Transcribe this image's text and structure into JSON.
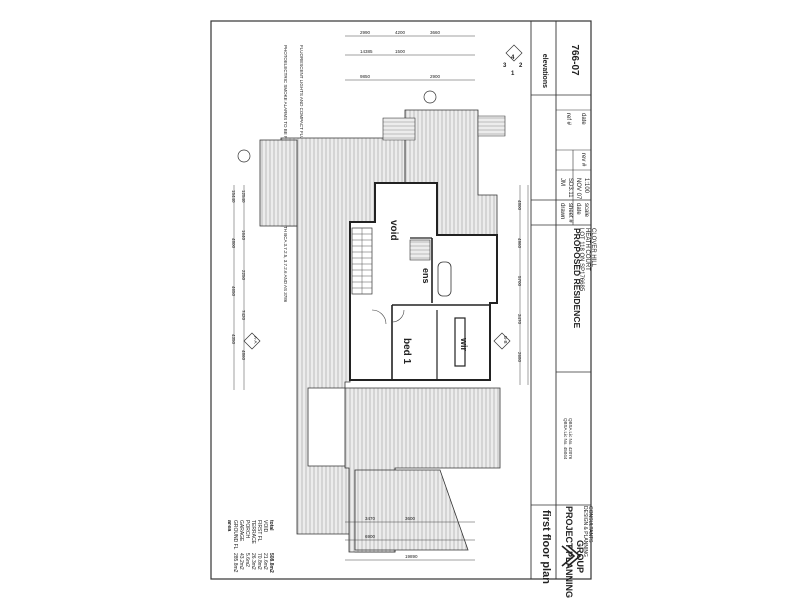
{
  "sheet": {
    "title": "first floor plan",
    "drawing_number": "766-07",
    "elevations_label": "elevations",
    "elevation_numbers": [
      "3",
      "4",
      "1",
      "2"
    ]
  },
  "firm": {
    "name_line1": "PROJECT PLANNING",
    "name_line2": "GROUP",
    "tagline_line1": "DESIGN & PLANNING",
    "tagline_line2": "CONSULTANTS",
    "qbsa_line1": "QBSA Lic No. 45044",
    "qbsa_line2": "QBSA Lic No. 42076"
  },
  "project": {
    "title": "PROPOSED RESIDENCE",
    "lot": "LOT 118 ON SP176685",
    "street": "HEATH COURT",
    "suburb": "CLOVER HILL"
  },
  "title_block": {
    "scale_label": "scale",
    "scale_value": "1:100",
    "date_label": "date",
    "date_value": "NOV 07",
    "sheet_label": "sheet #",
    "sheet_value": "SD3.11",
    "drawn_label": "drawn",
    "drawn_value": "JM",
    "rev_label": "rev #",
    "date2_label": "date",
    "ref_label": "ref #"
  },
  "areas": {
    "heading": "area",
    "rows": [
      {
        "name": "GROUND FL",
        "value": "285.8m2"
      },
      {
        "name": "GARAGE",
        "value": "43.2m2"
      },
      {
        "name": "PORCH",
        "value": "5.6m2"
      },
      {
        "name": "TERRACE",
        "value": "26.3m2"
      },
      {
        "name": "FIRST FL",
        "value": "70.8m2"
      },
      {
        "name": "VOID",
        "value": "21.6m2"
      }
    ],
    "total_label": "total",
    "total_value": "508.8m2"
  },
  "rooms": {
    "void": "void",
    "ens": "ens",
    "bed1": "bed 1",
    "wir": "wir"
  },
  "notes": {
    "smoke_alarm": "PHOTOELECTRIC SMOKE ALARMS TO BE POSITIONED IN BUILDING TO COMPLY WITH BCA 3.7.2.5, 3.7.2.6 AND AS 3786",
    "lighting": "FLUORESCENT LIGHTS AND COMPACT FLUORESCENT LIGHTS TO BE USED TO ILLUMINATE 40% OF THE INTERNAL FLOOR SPACE INCLUDING THE ENCLOSED GARAGE"
  },
  "section_markers": [
    "A-A",
    "B-B"
  ],
  "dimensions": {
    "left": [
      "15440",
      "4800",
      "4650",
      "4350",
      "12540",
      "1640",
      "2250",
      "7420",
      "4860"
    ],
    "right": [
      "4800",
      "4960",
      "5700",
      "3470",
      "2680"
    ],
    "top": [
      "2990",
      "4200",
      "3660",
      "14385",
      "1500",
      "2900",
      "9850"
    ],
    "bottom": [
      "3470",
      "3600",
      "6900",
      "19890"
    ]
  },
  "colors": {
    "linework": "#333333",
    "hatch": "#9a9a9a",
    "page": "#ffffff"
  }
}
